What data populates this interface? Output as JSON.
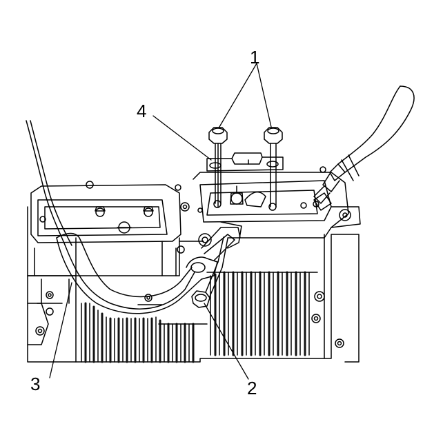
{
  "callouts": {
    "nuts": "1",
    "bolt": "2",
    "cable": "3",
    "bracket": "4"
  },
  "colors": {
    "line": "#000000",
    "background": "#ffffff"
  }
}
